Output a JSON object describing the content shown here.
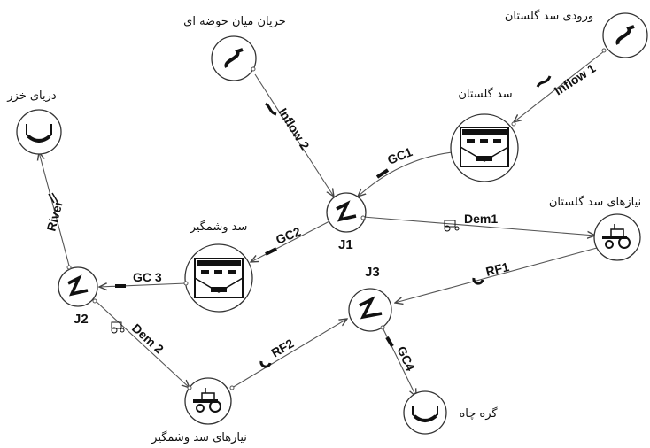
{
  "nodes": {
    "inflow_mid": {
      "label": "جریان میان حوضه ای",
      "type": "inflow"
    },
    "inflow_golestan": {
      "label": "ورودی سد گلستان",
      "type": "inflow"
    },
    "caspian": {
      "label": "دریای خزر",
      "type": "sink"
    },
    "golestan_dam": {
      "label": "سد گلستان",
      "type": "reservoir"
    },
    "j1": {
      "id": "J1",
      "type": "junction"
    },
    "golestan_demand": {
      "label": "نیازهای سد گلستان",
      "type": "demand"
    },
    "voshmgir_dam": {
      "label": "سد وشمگیر",
      "type": "reservoir"
    },
    "j2": {
      "id": "J2",
      "type": "junction"
    },
    "j3": {
      "id": "J3",
      "type": "junction"
    },
    "voshmgir_demand": {
      "label": "نیازهای سد وشمگیر",
      "type": "demand"
    },
    "gorgeh_jah": {
      "label": "گره چاه",
      "type": "sink"
    }
  },
  "edges": {
    "inflow1": "Inflow 1",
    "inflow2": "Inflow 2",
    "gc1": "GC1",
    "gc2": "GC2",
    "gc3": "GC 3",
    "gc4": "GC4",
    "dem1": "Dem1",
    "dem2": "Dem 2",
    "rf1": "RF1",
    "rf2": "RF2",
    "river": "River"
  }
}
